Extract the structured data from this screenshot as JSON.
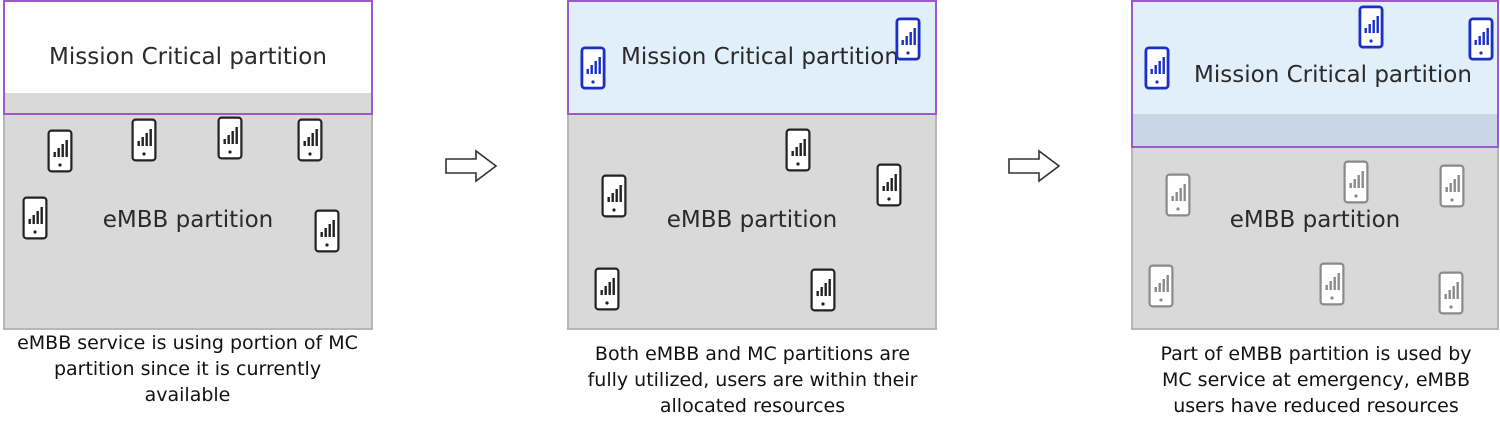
{
  "colors": {
    "embb_fill": "#d9d9d9",
    "mc_overflow_fill": "#c8d7e3",
    "mc_fill_active": "#e1effb",
    "mc_border": "#9b59c9",
    "phone_embb": "#222222",
    "phone_mc": "#1a2fc7",
    "phone_reduced": "#8a8a8a"
  },
  "panels": [
    {
      "mc_label": "Mission Critical partition",
      "embb_label": "eMBB partition",
      "caption": [
        "eMBB service is using portion of MC",
        "partition since it is currently",
        "available"
      ]
    },
    {
      "mc_label": "Mission Critical partition",
      "embb_label": "eMBB partition",
      "caption": [
        "Both eMBB and MC partitions are",
        "fully utilized, users are within their",
        "allocated resources"
      ]
    },
    {
      "mc_label": "Mission Critical partition",
      "embb_label": "eMBB partition",
      "caption": [
        "Part of eMBB partition is used by",
        "MC service at emergency, eMBB",
        "users have reduced resources"
      ]
    }
  ],
  "icons": {
    "device": "mobile-phone-icon",
    "transition": "right-arrow-icon"
  }
}
